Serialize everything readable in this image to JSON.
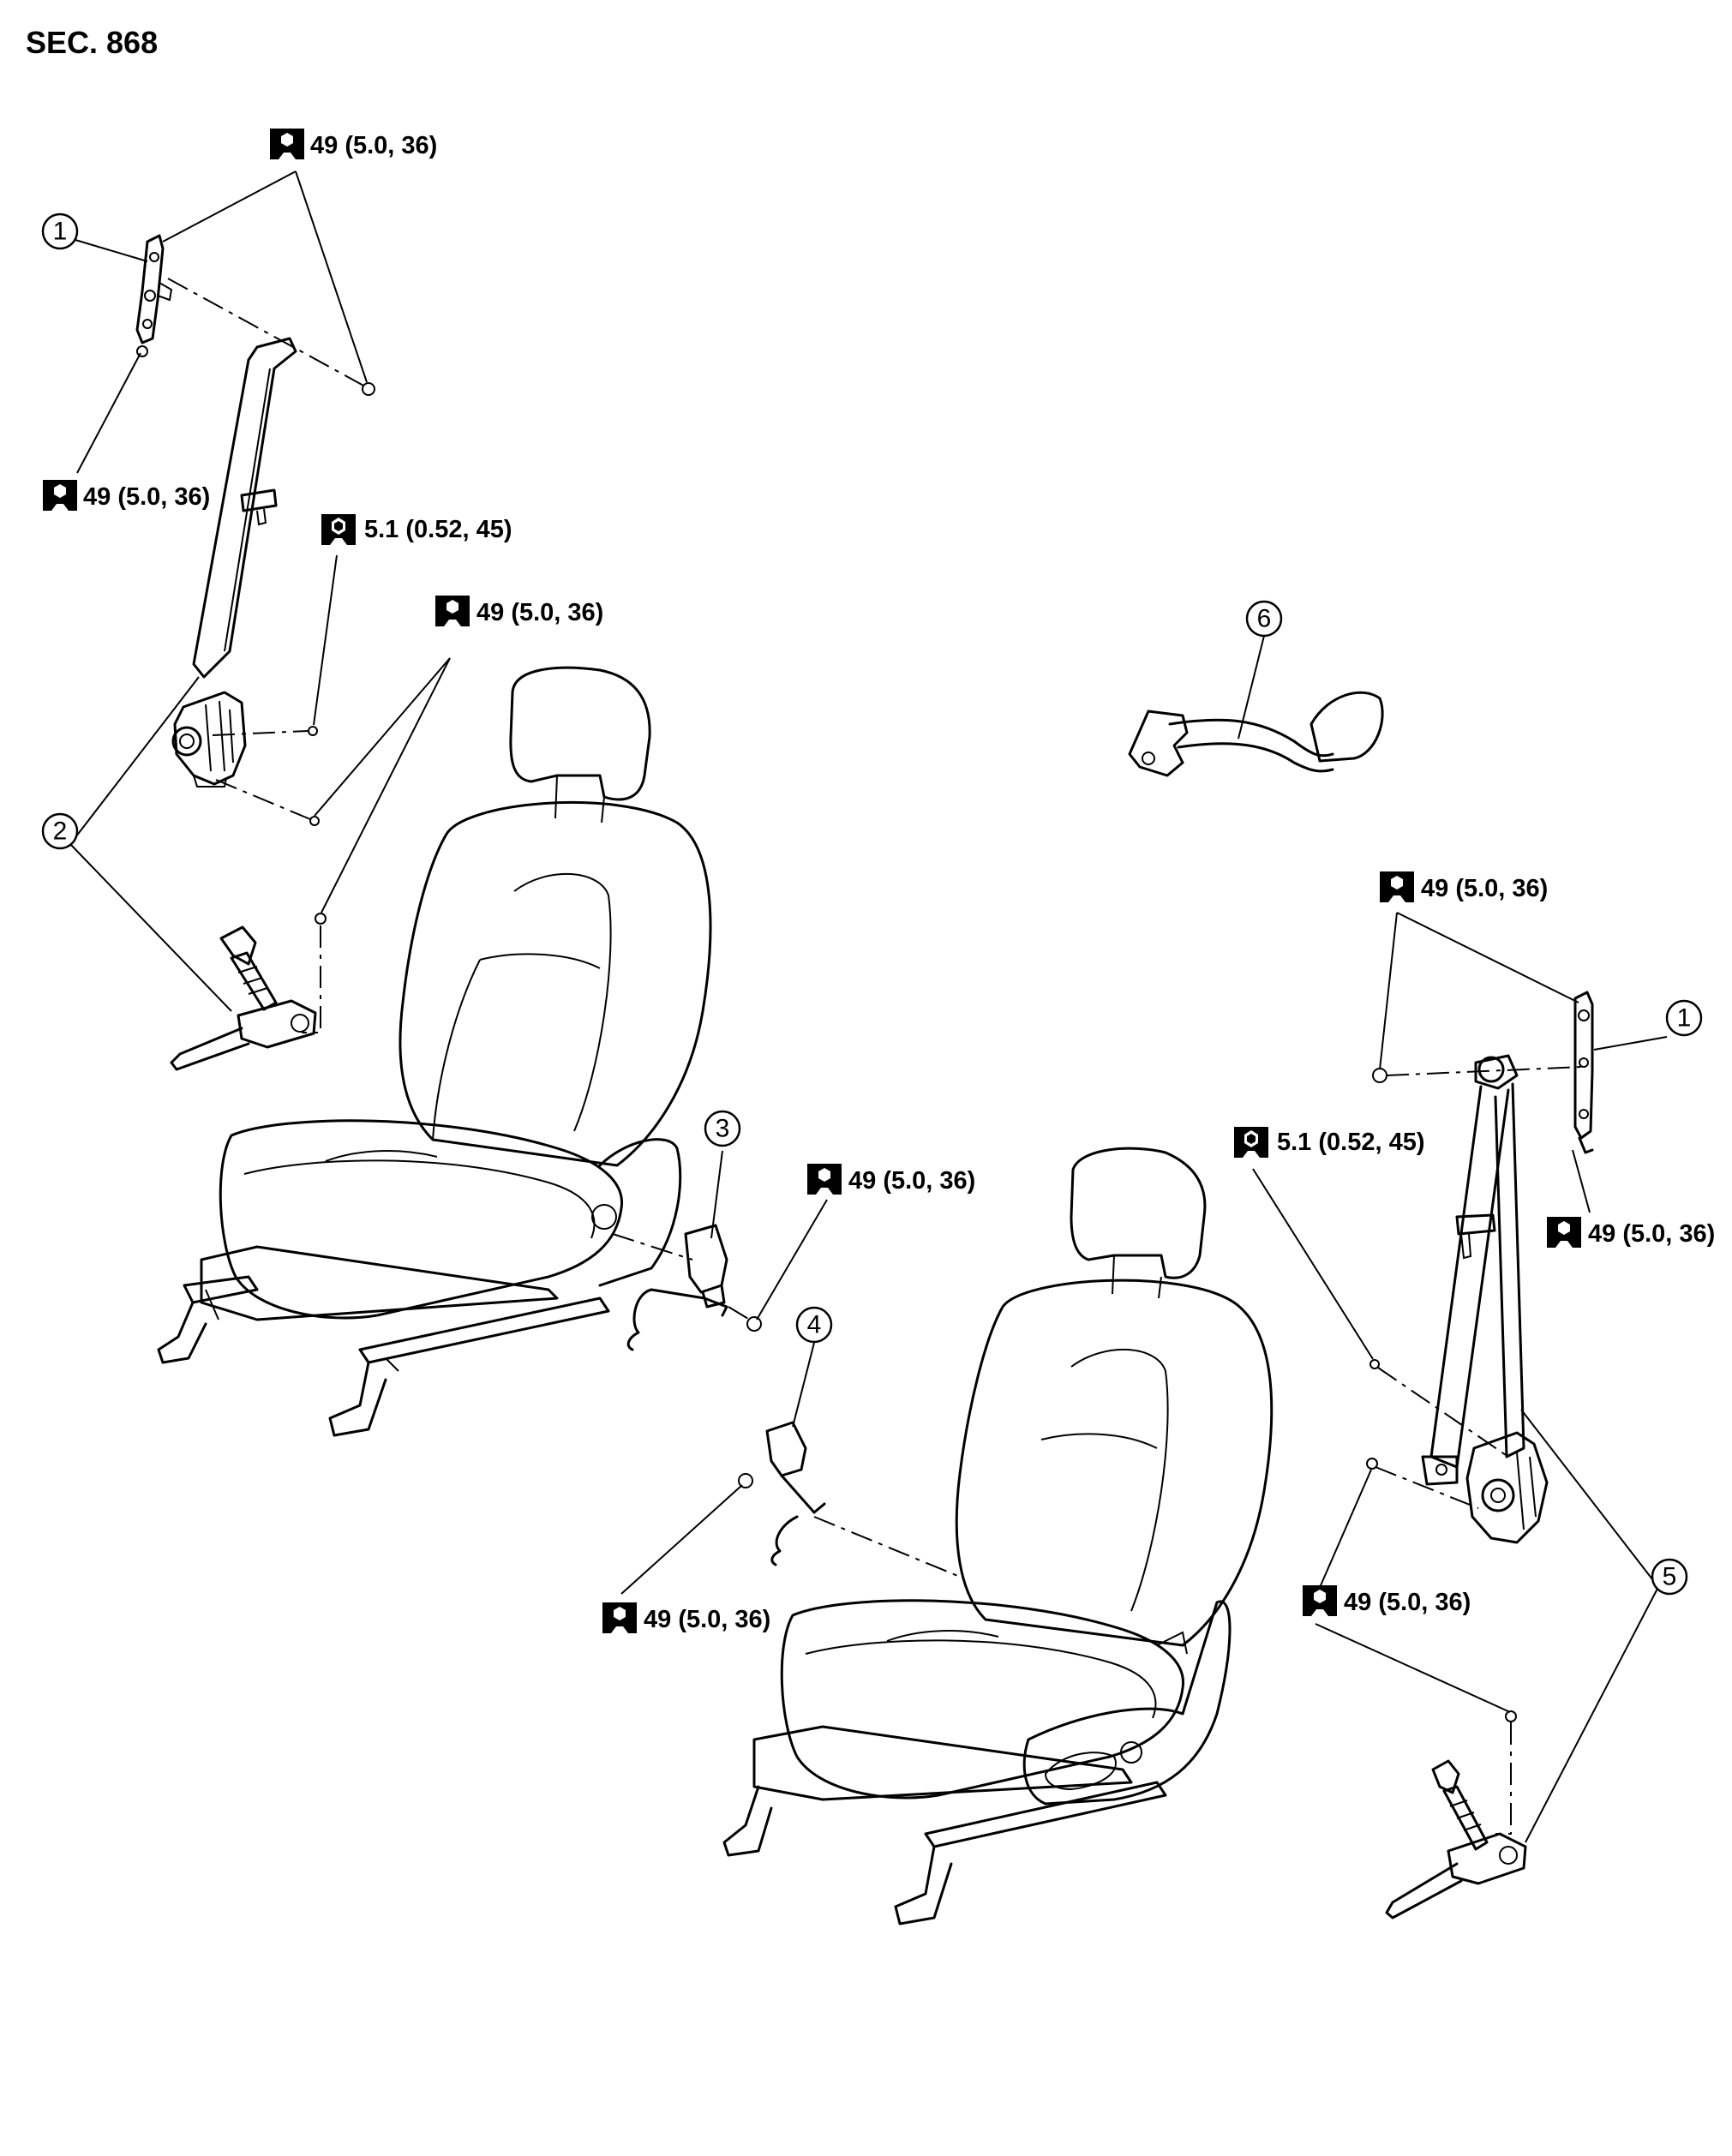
{
  "section_label": "SEC. 868",
  "callouts": [
    "1",
    "2",
    "3",
    "4",
    "5",
    "6",
    "1",
    "5"
  ],
  "torques": [
    {
      "value": "49 (5.0, 36)",
      "icon": "wrench-icon"
    },
    {
      "value": "49 (5.0, 36)",
      "icon": "wrench-icon"
    },
    {
      "value": "5.1 (0.52, 45)",
      "icon": "wrench-filled-icon"
    },
    {
      "value": "49 (5.0, 36)",
      "icon": "wrench-icon"
    },
    {
      "value": "49 (5.0, 36)",
      "icon": "wrench-icon"
    },
    {
      "value": "49 (5.0, 36)",
      "icon": "wrench-icon"
    },
    {
      "value": "49 (5.0, 36)",
      "icon": "wrench-icon"
    },
    {
      "value": "5.1 (0.52, 45)",
      "icon": "wrench-filled-icon"
    },
    {
      "value": "49 (5.0, 36)",
      "icon": "wrench-icon"
    },
    {
      "value": "49 (5.0, 36)",
      "icon": "wrench-icon"
    }
  ]
}
